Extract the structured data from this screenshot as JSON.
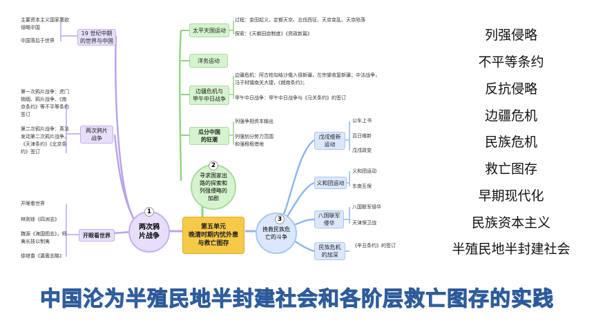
{
  "center": {
    "label": "第五单元\n晚清时期内忧外患\n与救亡图存"
  },
  "branch1": {
    "num": "1",
    "label": "两次鸦\n片战争",
    "sub": [
      {
        "label": "19 世纪中期\n的世界与中国",
        "leaves": [
          "主要资本主义国家惠欲\n侵略中国",
          "中国落后于世界"
        ]
      },
      {
        "label": "两次鸦片\n战争",
        "leaves": [
          "第一次鸦片战争：虎门\n销烟、鸦片战争、《南\n京条约》等不平等条约\n签订",
          "第二次鸦片战争：英法\n发动第二次鸦片战争、\n《天津条约》《北京条\n约》签订"
        ]
      },
      {
        "label": "开眼看世界",
        "leaves": [
          "开眼看世界",
          "林则徐《四洲志》",
          "魏源《海国图志》，师\n夷长技以制夷",
          "徐继畬《瀛寰志略》"
        ]
      }
    ]
  },
  "branch2": {
    "num": "2",
    "label": "寻求国家出\n路的探索和\n列强侵略的\n加剧",
    "sub": [
      {
        "label": "太平天国运动",
        "leaves": [
          "过程：金田起义、定都天京、北伐西征、天京变乱、天京陷落",
          "探索：《天朝田亩制度》《资政新篇》"
        ]
      },
      {
        "label": "洋务运动",
        "leaves": []
      },
      {
        "label": "边疆危机与\n甲午中日战争",
        "leaves": [
          "边疆危机：阿古柏勾结沙俄入侵新疆，左宗棠收复新疆；中法战争，\n冯子材镇南关大捷，《越南条约》；",
          "甲午中日战争：甲午中日战争与《马关条约》的签订"
        ]
      },
      {
        "label": "瓜分中国\n的狂潮",
        "leaves": [
          "列强争相资本输出",
          "列强划分势力范围\n和强租租借地"
        ]
      }
    ]
  },
  "branch3": {
    "num": "3",
    "label": "挽救民族危\n亡的斗争",
    "sub": [
      {
        "label": "戊戌维新\n运动",
        "leaves": [
          "公车上书",
          "百日维新",
          "戊戌政变"
        ]
      },
      {
        "label": "义和团运动",
        "leaves": [
          "义和团运动",
          "东南互保"
        ]
      },
      {
        "label": "八国联军\n侵华",
        "leaves": [
          "八国联军侵华",
          "天津保卫战"
        ]
      },
      {
        "label": "民族危机\n的加深",
        "leaves": [
          "《辛丑条约》的签订"
        ]
      }
    ]
  },
  "keywords": [
    "列强侵略",
    "不平等条约",
    "反抗侵略",
    "边疆危机",
    "民族危机",
    "救亡图存",
    "早期现代化",
    "民族资本主义",
    "半殖民地半封建社会"
  ],
  "banner": "中国沦为半殖民地半封建社会和各阶层救亡图存的实践",
  "colors": {
    "purple": "#e7defa",
    "purple_line": "#b9a3ea",
    "green": "#d6f3cf",
    "green_line": "#8fd67f",
    "blue": "#dbe8fc",
    "blue_line": "#8fb6ee",
    "center": "#f7c948",
    "banner": "#4f81bd"
  }
}
